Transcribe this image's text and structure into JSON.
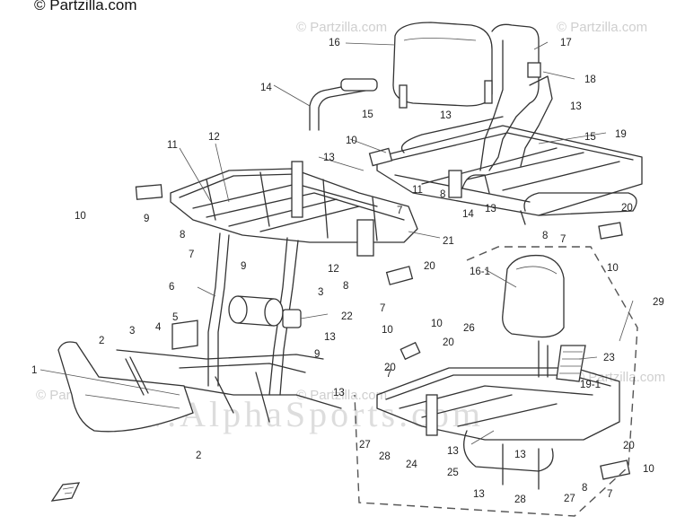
{
  "copyright": "© Partzilla.com",
  "watermarks": [
    "© Partzilla.com",
    "© Partzilla.com",
    "© Partzilla.com",
    "© Partzilla.com",
    "© Partzilla.com"
  ],
  "watermark_big": "www.AlphaSports.com",
  "callouts": [
    "1",
    "2",
    "2",
    "3",
    "3",
    "4",
    "5",
    "6",
    "7",
    "7",
    "7",
    "7",
    "7",
    "7",
    "8",
    "8",
    "8",
    "8",
    "8",
    "9",
    "9",
    "9",
    "10",
    "10",
    "10",
    "10",
    "10",
    "10",
    "11",
    "11",
    "12",
    "12",
    "13",
    "13",
    "13",
    "13",
    "13",
    "13",
    "13",
    "13",
    "13",
    "14",
    "14",
    "15",
    "15",
    "16",
    "16-1",
    "17",
    "18",
    "19",
    "19-1",
    "20",
    "20",
    "20",
    "20",
    "20",
    "21",
    "22",
    "23",
    "24",
    "25",
    "26",
    "27",
    "27",
    "28",
    "28",
    "29"
  ],
  "label_positions_note": ""
}
